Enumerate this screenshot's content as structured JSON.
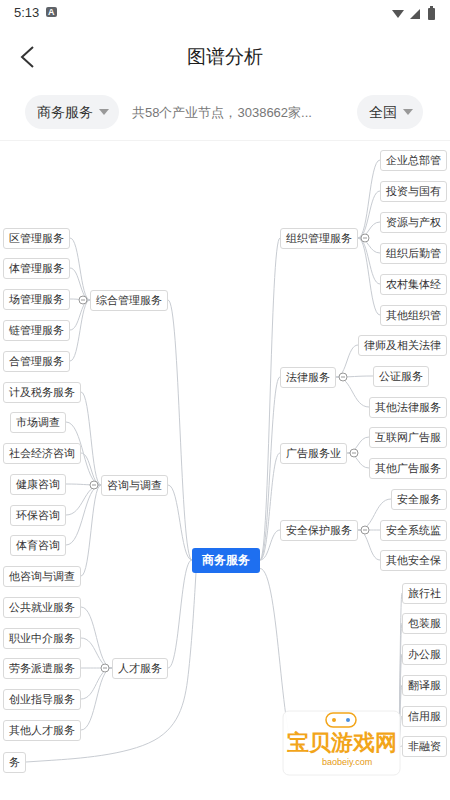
{
  "diagram": {
    "title": "图谱分析",
    "nodes": [
      {
        "text": [
          "商务服务"
        ]
      },
      {
        "text": [
          "全国"
        ]
      },
      {
        "text": [
          "商务服务"
        ]
      },
      {
        "text": [
          "综合管理服务"
        ]
      },
      {
        "text": [
          "区管理服务"
        ]
      },
      {
        "text": [
          "体管理服务"
        ]
      },
      {
        "text": [
          "场管理服务"
        ]
      },
      {
        "text": [
          "链管理服务"
        ]
      },
      {
        "text": [
          "合管理服务"
        ]
      },
      {
        "text": [
          "咨询与调查"
        ]
      },
      {
        "text": [
          "计及税务服务"
        ]
      },
      {
        "text": [
          "市场调查"
        ]
      },
      {
        "text": [
          "社会经济咨询"
        ]
      },
      {
        "text": [
          "健康咨询"
        ]
      },
      {
        "text": [
          "环保咨询"
        ]
      },
      {
        "text": [
          "体育咨询"
        ]
      },
      {
        "text": [
          "他咨询与调查"
        ]
      },
      {
        "text": [
          "人才服务"
        ]
      },
      {
        "text": [
          "公共就业服务"
        ]
      },
      {
        "text": [
          "职业中介服务"
        ]
      },
      {
        "text": [
          "劳务派遣服务"
        ]
      },
      {
        "text": [
          "创业指导服务"
        ]
      },
      {
        "text": [
          "其他人才服务"
        ]
      },
      {
        "text": [
          "务"
        ]
      },
      {
        "text": [
          "组织管理服务"
        ]
      },
      {
        "text": [
          "企业总部管"
        ]
      },
      {
        "text": [
          "投资与国有"
        ]
      },
      {
        "text": [
          "资源与产权"
        ]
      },
      {
        "text": [
          "组织后勤管"
        ]
      },
      {
        "text": [
          "农村集体经"
        ]
      },
      {
        "text": [
          "其他组织管"
        ]
      },
      {
        "text": [
          "法律服务"
        ]
      },
      {
        "text": [
          "律师及相关法律"
        ]
      },
      {
        "text": [
          "公证服务"
        ]
      },
      {
        "text": [
          "其他法律服务"
        ]
      },
      {
        "text": [
          "广告服务业"
        ]
      },
      {
        "text": [
          "互联网广告服"
        ]
      },
      {
        "text": [
          "其他广告服务"
        ]
      },
      {
        "text": [
          "安全保护服务"
        ]
      },
      {
        "text": [
          "安全服务"
        ]
      },
      {
        "text": [
          "安全系统监"
        ]
      },
      {
        "text": [
          "其他安全保"
        ]
      },
      {
        "text": [
          "旅行社"
        ]
      },
      {
        "text": [
          "包装服"
        ]
      },
      {
        "text": [
          "办公服"
        ]
      },
      {
        "text": [
          "翻译服"
        ]
      },
      {
        "text": [
          "信用服"
        ]
      },
      {
        "text": [
          "非融资"
        ]
      }
    ],
    "edges": [
      {
        "from": 2,
        "to": 3,
        "arrow": "none"
      },
      {
        "from": 2,
        "to": 9,
        "arrow": "none"
      },
      {
        "from": 2,
        "to": 17,
        "arrow": "none"
      },
      {
        "from": 2,
        "to": 23,
        "arrow": "none"
      },
      {
        "from": 2,
        "to": 24,
        "arrow": "none"
      },
      {
        "from": 2,
        "to": 31,
        "arrow": "none"
      },
      {
        "from": 2,
        "to": 35,
        "arrow": "none"
      },
      {
        "from": 2,
        "to": 38,
        "arrow": "none"
      },
      {
        "from": 3,
        "to": 4,
        "arrow": "none"
      },
      {
        "from": 3,
        "to": 5,
        "arrow": "none"
      },
      {
        "from": 3,
        "to": 6,
        "arrow": "none"
      },
      {
        "from": 3,
        "to": 7,
        "arrow": "none"
      },
      {
        "from": 3,
        "to": 8,
        "arrow": "none"
      },
      {
        "from": 9,
        "to": 10,
        "arrow": "none"
      },
      {
        "from": 9,
        "to": 11,
        "arrow": "none"
      },
      {
        "from": 9,
        "to": 12,
        "arrow": "none"
      },
      {
        "from": 9,
        "to": 13,
        "arrow": "none"
      },
      {
        "from": 9,
        "to": 14,
        "arrow": "none"
      },
      {
        "from": 9,
        "to": 15,
        "arrow": "none"
      },
      {
        "from": 9,
        "to": 16,
        "arrow": "none"
      },
      {
        "from": 17,
        "to": 18,
        "arrow": "none"
      },
      {
        "from": 17,
        "to": 19,
        "arrow": "none"
      },
      {
        "from": 17,
        "to": 20,
        "arrow": "none"
      },
      {
        "from": 17,
        "to": 21,
        "arrow": "none"
      },
      {
        "from": 17,
        "to": 22,
        "arrow": "none"
      },
      {
        "from": 24,
        "to": 25,
        "arrow": "none"
      },
      {
        "from": 24,
        "to": 26,
        "arrow": "none"
      },
      {
        "from": 24,
        "to": 27,
        "arrow": "none"
      },
      {
        "from": 24,
        "to": 28,
        "arrow": "none"
      },
      {
        "from": 24,
        "to": 29,
        "arrow": "none"
      },
      {
        "from": 24,
        "to": 30,
        "arrow": "none"
      },
      {
        "from": 31,
        "to": 32,
        "arrow": "none"
      },
      {
        "from": 31,
        "to": 33,
        "arrow": "none"
      },
      {
        "from": 31,
        "to": 34,
        "arrow": "none"
      },
      {
        "from": 35,
        "to": 36,
        "arrow": "none"
      },
      {
        "from": 35,
        "to": 37,
        "arrow": "none"
      },
      {
        "from": 38,
        "to": 39,
        "arrow": "none"
      },
      {
        "from": 38,
        "to": 40,
        "arrow": "none"
      },
      {
        "from": 38,
        "to": 41,
        "arrow": "none"
      }
    ],
    "labels": [
      "5:13",
      "A",
      "共58个产业节点，3038662家...",
      "宝贝游戏网",
      "baobeiy.com"
    ]
  }
}
